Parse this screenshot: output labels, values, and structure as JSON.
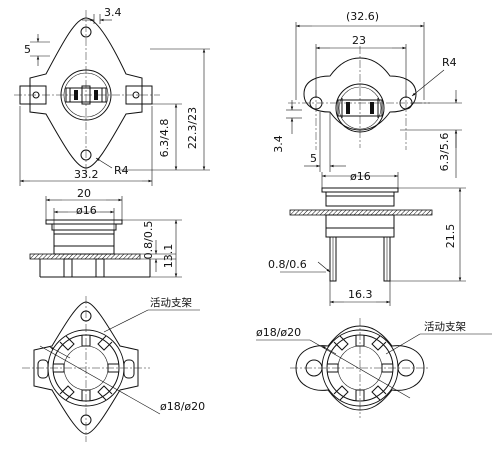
{
  "labels": {
    "tl_top_width": "3.4",
    "tl_tab_height": "5",
    "tl_height": "22.3/23",
    "tl_half_height": "6.3/4.8",
    "tl_radius": "R4",
    "tl_overall_width": "33.2",
    "tr_overall_width": "(32.6)",
    "tr_hole_spacing": "23",
    "tr_radius": "R4",
    "tr_left_dim": "3.4",
    "tr_tab_width": "5",
    "tr_half_height": "6.3/5.6",
    "ml_width": "20",
    "ml_diameter": "ø16",
    "ml_flange": "0.8/0.5",
    "ml_height": "13.1",
    "mr_diameter": "ø16",
    "mr_height": "21.5",
    "mr_thickness": "0.8/0.6",
    "mr_pin_spacing": "16.3",
    "bl_label": "活动支架",
    "bl_diameter": "ø18/ø20",
    "br_diameter": "ø18/ø20",
    "br_label": "活动支架"
  }
}
